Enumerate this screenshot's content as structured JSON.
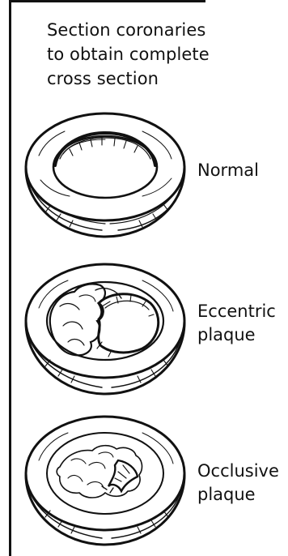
{
  "heading": {
    "line1": "Section coronaries",
    "line2": "to obtain complete",
    "line3": "cross section"
  },
  "vessels": [
    {
      "label_line1": "Normal",
      "label_line2": ""
    },
    {
      "label_line1": "Eccentric",
      "label_line2": "plaque"
    },
    {
      "label_line1": "Occlusive",
      "label_line2": "plaque"
    }
  ],
  "colors": {
    "ink": "#111111",
    "background": "#ffffff"
  }
}
